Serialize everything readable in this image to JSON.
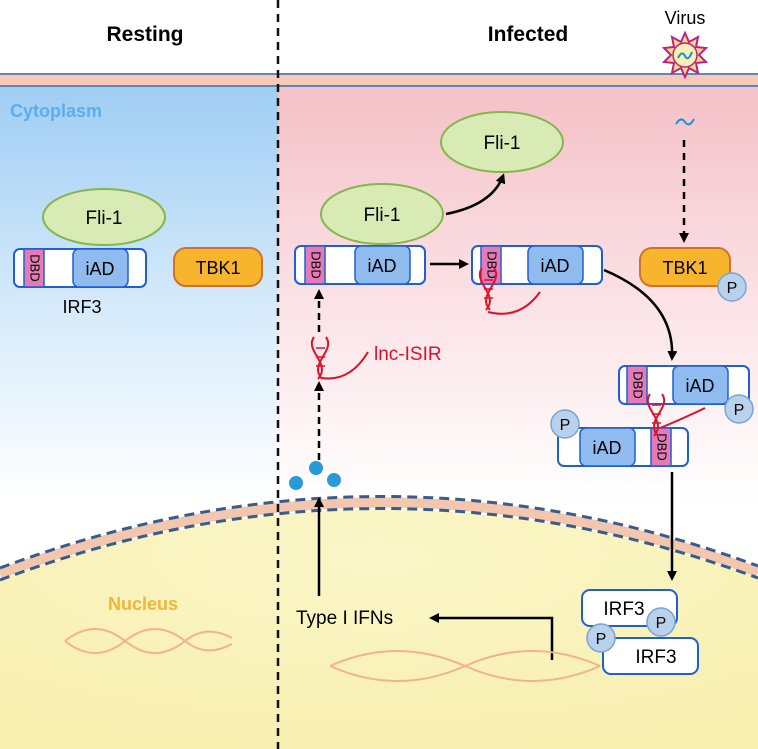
{
  "header": {
    "resting": "Resting",
    "infected": "Infected",
    "virus": "Virus"
  },
  "compartments": {
    "cytoplasm": "Cytoplasm",
    "nucleus": "Nucleus"
  },
  "molecules": {
    "fli1": "Fli-1",
    "irf3": "IRF3",
    "tbk1": "TBK1",
    "dbd": "DBD",
    "iad": "iAD",
    "phospho": "P",
    "lncrna": "lnc-ISIR",
    "type1_ifns": "Type I IFNs"
  },
  "colors": {
    "cytoplasm_resting": "#a9d3f5",
    "cytoplasm_infected": "#f6c9cf",
    "nucleus": "#fbf3bf",
    "fli1_fill": "#d9ebb5",
    "fli1_stroke": "#86b54c",
    "irf3_border": "#1f5fd6",
    "dbd_fill": "#e47bb6",
    "iad_fill": "#8fbbef",
    "tbk1_fill": "#f7b52e",
    "phospho_fill": "#b8d1ec",
    "lncrna": "#e0102a",
    "ifn_dots": "#2a9ad6",
    "dna": "#f2b38c",
    "membrane": "#3a5c8a"
  }
}
